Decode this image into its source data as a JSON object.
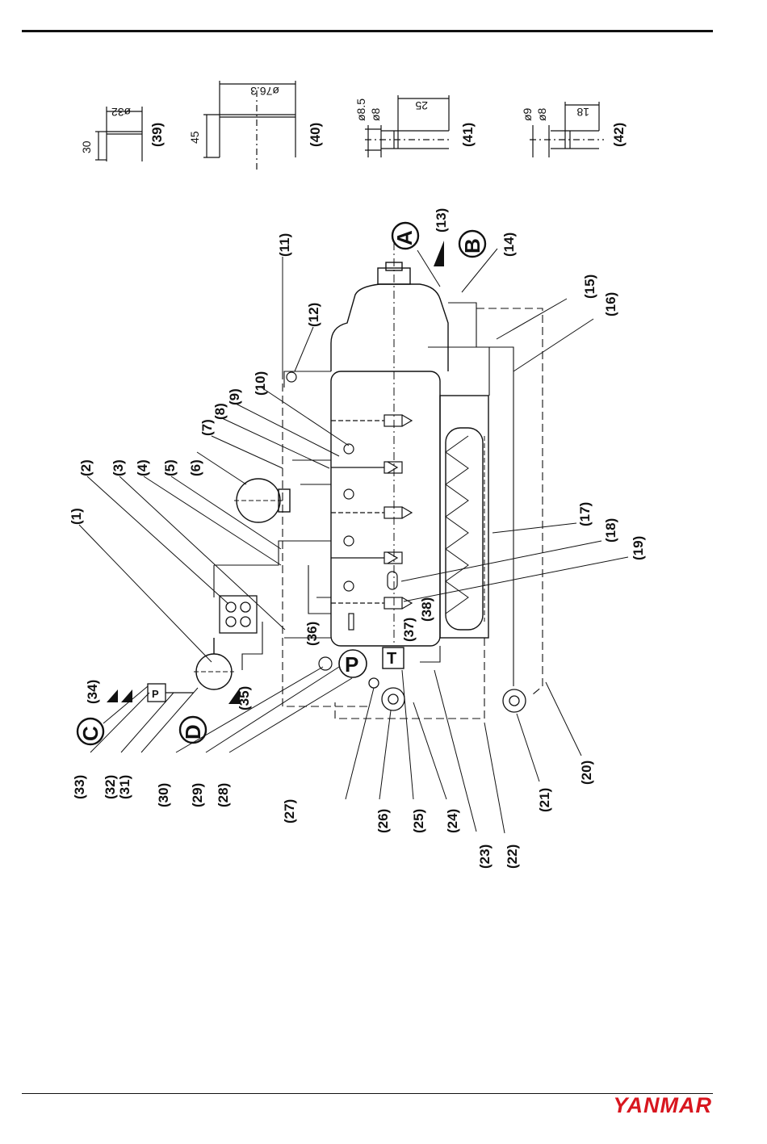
{
  "brand": "YANMAR",
  "details": [
    {
      "id": "39",
      "label": "(39)",
      "dims": [
        "30",
        "ø32"
      ]
    },
    {
      "id": "40",
      "label": "(40)",
      "dims": [
        "45",
        "ø76.3"
      ]
    },
    {
      "id": "41",
      "label": "(41)",
      "dims": [
        "ø8.5",
        "ø8",
        "25"
      ]
    },
    {
      "id": "42",
      "label": "(42)",
      "dims": [
        "ø9",
        "ø8",
        "18"
      ]
    }
  ],
  "callouts": [
    "(1)",
    "(2)",
    "(3)",
    "(4)",
    "(5)",
    "(6)",
    "(7)",
    "(8)",
    "(9)",
    "(10)",
    "(11)",
    "(12)",
    "(13)",
    "(14)",
    "(15)",
    "(16)",
    "(17)",
    "(18)",
    "(19)",
    "(20)",
    "(21)",
    "(22)",
    "(23)",
    "(24)",
    "(25)",
    "(26)",
    "(27)",
    "(28)",
    "(29)",
    "(30)",
    "(31)",
    "(32)",
    "(33)",
    "(34)",
    "(35)",
    "(36)",
    "(37)",
    "(38)"
  ],
  "connectors": [
    "A",
    "B",
    "C",
    "D"
  ],
  "symbols": {
    "pump": "P",
    "thermostat": "T",
    "pressure_switch": "P"
  },
  "colors": {
    "brand": "#d8161f",
    "ink": "#111111"
  }
}
